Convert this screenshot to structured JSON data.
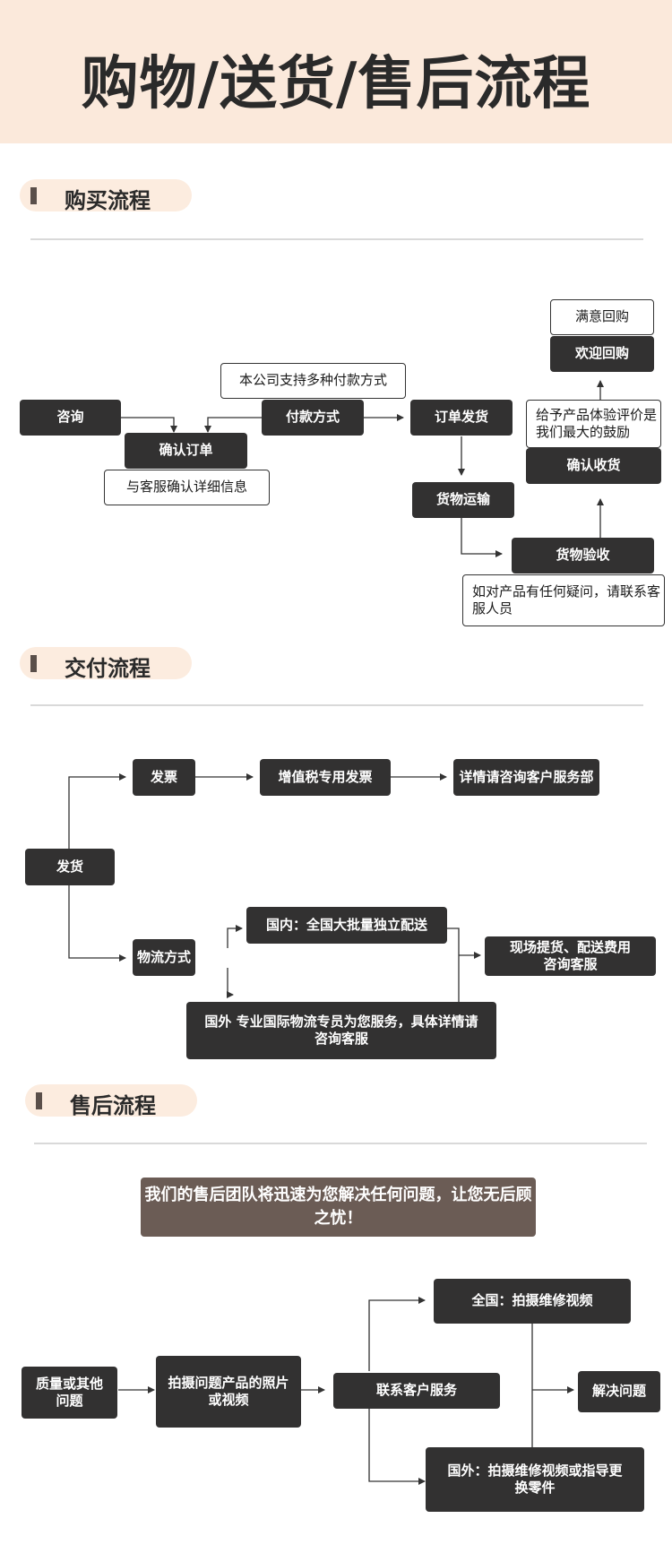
{
  "title": "购物/送货/售后流程",
  "sections": {
    "purchase": "购买流程",
    "delivery": "交付流程",
    "aftersales": "售后流程"
  },
  "purchase": {
    "consult": "咨询",
    "payment_note": "本公司支持多种付款方式",
    "payment_method": "付款方式",
    "confirm_order": "确认订单",
    "confirm_note": "与客服确认详细信息",
    "order_ship": "订单发货",
    "transport": "货物运输",
    "inspect": "货物验收",
    "inspect_note": "如对产品有任何疑问，请联系客服人员",
    "confirm_receipt": "确认收货",
    "review_note": "给予产品体验评价是我们最大的鼓励",
    "welcome_back": "欢迎回购",
    "satisfied": "满意回购"
  },
  "delivery": {
    "ship": "发货",
    "invoice": "发票",
    "vat_invoice": "增值税专用发票",
    "invoice_detail": "详情请咨询客户服务部",
    "logistics": "物流方式",
    "domestic": "国内：全国大批量独立配送",
    "onsite": "现场提货、配送费用咨询客服",
    "overseas": "国外 专业国际物流专员为您服务，具体详情请咨询客服"
  },
  "aftersales": {
    "banner": "我们的售后团队将迅速为您解决任何问题，让您无后顾之忧！",
    "quality": "质量或其他问题",
    "photo": "拍摄问题产品的照片或视频",
    "contact": "联系客户服务",
    "domestic_video": "全国：拍摄维修视频",
    "overseas_video": "国外：拍摄维修视频或指导更换零件",
    "resolve": "解决问题"
  },
  "colors": {
    "header_bg": "#fbe9db",
    "dark_box": "#323131",
    "banner": "#6b5c55",
    "accent_bar": "#5a4f4a"
  }
}
